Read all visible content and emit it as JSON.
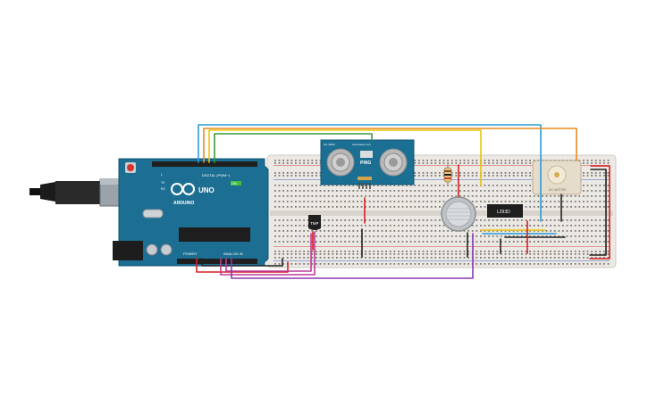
{
  "arduino": {
    "brand": "ARDUINO",
    "model": "UNO",
    "digital_label": "DIGITAL (PWM~)",
    "power_label": "POWER",
    "analog_label": "ANALOG IN",
    "on_label": "ON",
    "tx_label": "TX",
    "rx_label": "RX",
    "l_label": "L"
  },
  "ultrasonic": {
    "model": "PING",
    "top_text": "www.lauku.com",
    "side_text": "HC-SR04"
  },
  "temp_sensor": {
    "label": "TMP"
  },
  "motor_driver": {
    "label": "L293D"
  },
  "motor": {
    "label": "DC MOTOR"
  },
  "colors": {
    "board_teal": "#1c6e92",
    "breadboard": "#e8e6e2",
    "wire_blue": "#2a9bd6",
    "wire_orange": "#e98a1a",
    "wire_yellow": "#e8c60b",
    "wire_green": "#3c9a3c",
    "wire_red": "#d52020",
    "wire_magenta": "#c0399a",
    "wire_purple": "#8a3ab0",
    "wire_black": "#222222"
  }
}
